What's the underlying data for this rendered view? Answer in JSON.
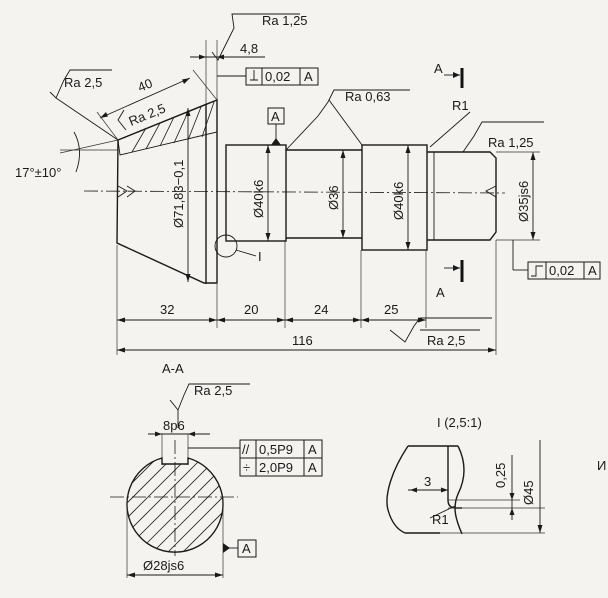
{
  "roughness": {
    "r1": "Ra 1,25",
    "r2": "Ra 2,5",
    "r3": "Ra 2,5",
    "r4": "Ra 0,63",
    "r5": "Ra 1,25",
    "r6": "Ra 2,5",
    "r7": "Ra 2,5"
  },
  "dims": {
    "d_48": "4,8",
    "d_40": "40",
    "d_angle": "17°±10°",
    "d_7183": "Ø71,83−0,1",
    "d_40k6a": "Ø40k6",
    "d_36": "Ø36",
    "d_40k6b": "Ø40k6",
    "d_35js6": "Ø35js6",
    "d_32": "32",
    "d_20": "20",
    "d_24": "24",
    "d_25": "25",
    "d_116": "116",
    "d_8p6": "8p6",
    "d_28js6": "Ø28js6",
    "d_3": "3",
    "d_025": "0,25",
    "d_45": "Ø45"
  },
  "tolerances": {
    "runout_top": "0,02",
    "runout_top_datum": "A",
    "runout_right": "0,02",
    "runout_right_datum": "A",
    "parallel_val": "0,5P9",
    "parallel_datum": "A",
    "symm_val": "2,0P9",
    "symm_datum": "A",
    "parallel_symbol": "//",
    "symm_symbol": "÷"
  },
  "labels": {
    "section_top": "A",
    "section_bottom": "A",
    "datum_a_top": "A",
    "datum_a_section": "A",
    "r1_top": "R1",
    "detail_marker": "I",
    "section_title": "A-A",
    "detail_title": "I (2,5:1)",
    "r1_detail": "R1",
    "edge_text": "И"
  }
}
